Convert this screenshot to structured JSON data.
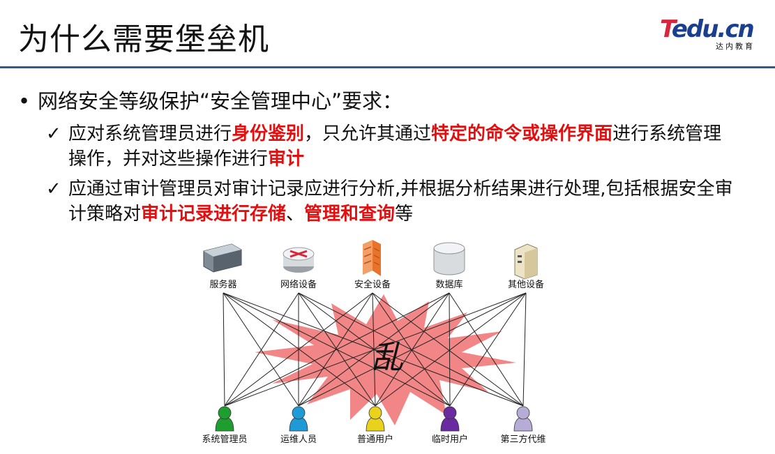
{
  "slide": {
    "title": "为什么需要堡垒机",
    "logo": {
      "main_t": "T",
      "main_rest": "edu.cn",
      "sub": "达内教育"
    },
    "bullet": {
      "dot": "•",
      "text": "网络安全等级保护“安全管理中心”要求："
    },
    "check1": [
      {
        "t": "应对系统管理员进行",
        "red": false
      },
      {
        "t": "身份鉴别",
        "red": true
      },
      {
        "t": "，只允许其通过",
        "red": false
      },
      {
        "t": "特定的命令或操作界面",
        "red": true
      },
      {
        "t": "进行系统管理操作，并对这些操作进行",
        "red": false
      },
      {
        "t": "审计",
        "red": true
      }
    ],
    "check2": [
      {
        "t": "应通过审计管理员对审计记录应进行分析,并根据分析结果进行处理,包括根据安全审计策略对",
        "red": false
      },
      {
        "t": "审计记录进行存储",
        "red": true
      },
      {
        "t": "、",
        "red": false
      },
      {
        "t": "管理和查询",
        "red": true
      },
      {
        "t": "等",
        "red": false
      }
    ],
    "check_mark": "✓"
  },
  "diagram": {
    "devices": [
      "服务器",
      "网络设备",
      "安全设备",
      "数据库",
      "其他设备"
    ],
    "users": [
      "系统管理员",
      "运维人员",
      "普通用户",
      "临时用户",
      "第三方代维"
    ],
    "user_colors": [
      "#1e9e2e",
      "#1e9ad6",
      "#e8d21c",
      "#6b2ba0",
      "#b7acd6"
    ],
    "chaos_text": "乱",
    "chaos_color": "#f07070"
  }
}
